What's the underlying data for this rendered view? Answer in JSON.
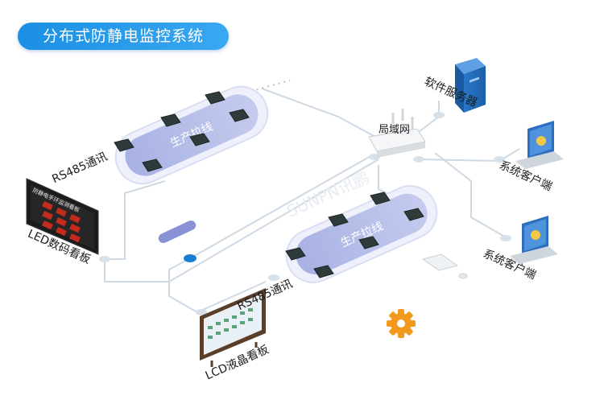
{
  "title": "分布式防静电监控系统",
  "nodes": {
    "server": "软件服务器",
    "router": "局域网",
    "client_1": "系统客户端",
    "client_2": "系统客户端",
    "led_board": "LED数码看板",
    "lcd_board": "LCD液晶看板",
    "line_1": "生产拉线",
    "line_2": "生产拉线",
    "rs485_1": "RS485通讯",
    "rs485_2": "RS485通讯"
  },
  "led_board_rows": [
    "防静电手环监测看板",
    "■■■■ ▮▮▮ ▮▮▮",
    "■■■■ ▮▮▮ ▮▮▮",
    "■■■■ ▮▮▮ ▮▮▮"
  ],
  "watermark": "SUNPN讯鹏",
  "colors": {
    "accent": "#1b8fe3",
    "connector": "#cfd9e3",
    "connector_node": "#d6e1ea",
    "belt": "#b7bfe8",
    "gear": "#f39a1e"
  }
}
